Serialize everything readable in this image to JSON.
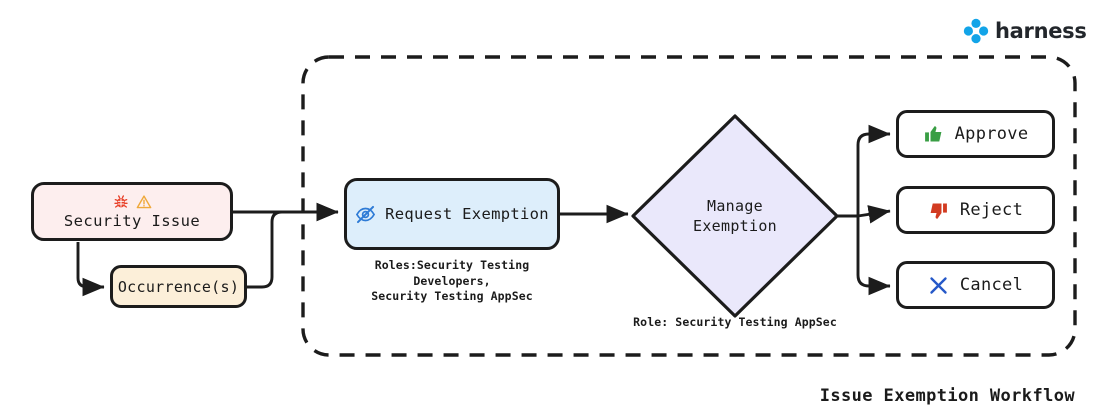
{
  "brand": {
    "name": "harness",
    "logo_icon": "harness-logo-icon",
    "color": "#12a4e8"
  },
  "diagram": {
    "title": "Issue Exemption Workflow",
    "container": {
      "style": "dashed-rounded-rect"
    }
  },
  "nodes": {
    "security_issue": {
      "label": "Security Issue",
      "fill": "#fdeeee",
      "icons": [
        "bug-icon",
        "warning-triangle-icon"
      ],
      "icon_colors": {
        "bug": "#e8412a",
        "warning": "#efa83a"
      }
    },
    "occurrences": {
      "label": "Occurrence(s)",
      "fill": "#fcefd9"
    },
    "request_exemption": {
      "label": "Request Exemption",
      "fill": "#ddeefb",
      "icon": "eye-off-icon",
      "icon_color": "#2e7bd6",
      "caption_line1": "Roles:Security Testing Developers,",
      "caption_line2": "Security Testing AppSec"
    },
    "manage_exemption": {
      "label_line1": "Manage",
      "label_line2": "Exemption",
      "fill": "#eae8fb",
      "caption": "Role: Security Testing AppSec"
    },
    "approve": {
      "label": "Approve",
      "fill": "#ffffff",
      "icon": "thumbs-up-icon",
      "icon_color": "#399e44"
    },
    "reject": {
      "label": "Reject",
      "fill": "#ffffff",
      "icon": "thumbs-down-icon",
      "icon_color": "#d23b21"
    },
    "cancel": {
      "label": "Cancel",
      "fill": "#ffffff",
      "icon": "close-x-icon",
      "icon_color": "#2558c8"
    }
  },
  "edges": [
    {
      "from": "security_issue",
      "to": "request_exemption"
    },
    {
      "from": "security_issue",
      "to": "occurrences"
    },
    {
      "from": "occurrences",
      "to": "request_exemption"
    },
    {
      "from": "request_exemption",
      "to": "manage_exemption"
    },
    {
      "from": "manage_exemption",
      "to": "approve"
    },
    {
      "from": "manage_exemption",
      "to": "reject"
    },
    {
      "from": "manage_exemption",
      "to": "cancel"
    }
  ]
}
